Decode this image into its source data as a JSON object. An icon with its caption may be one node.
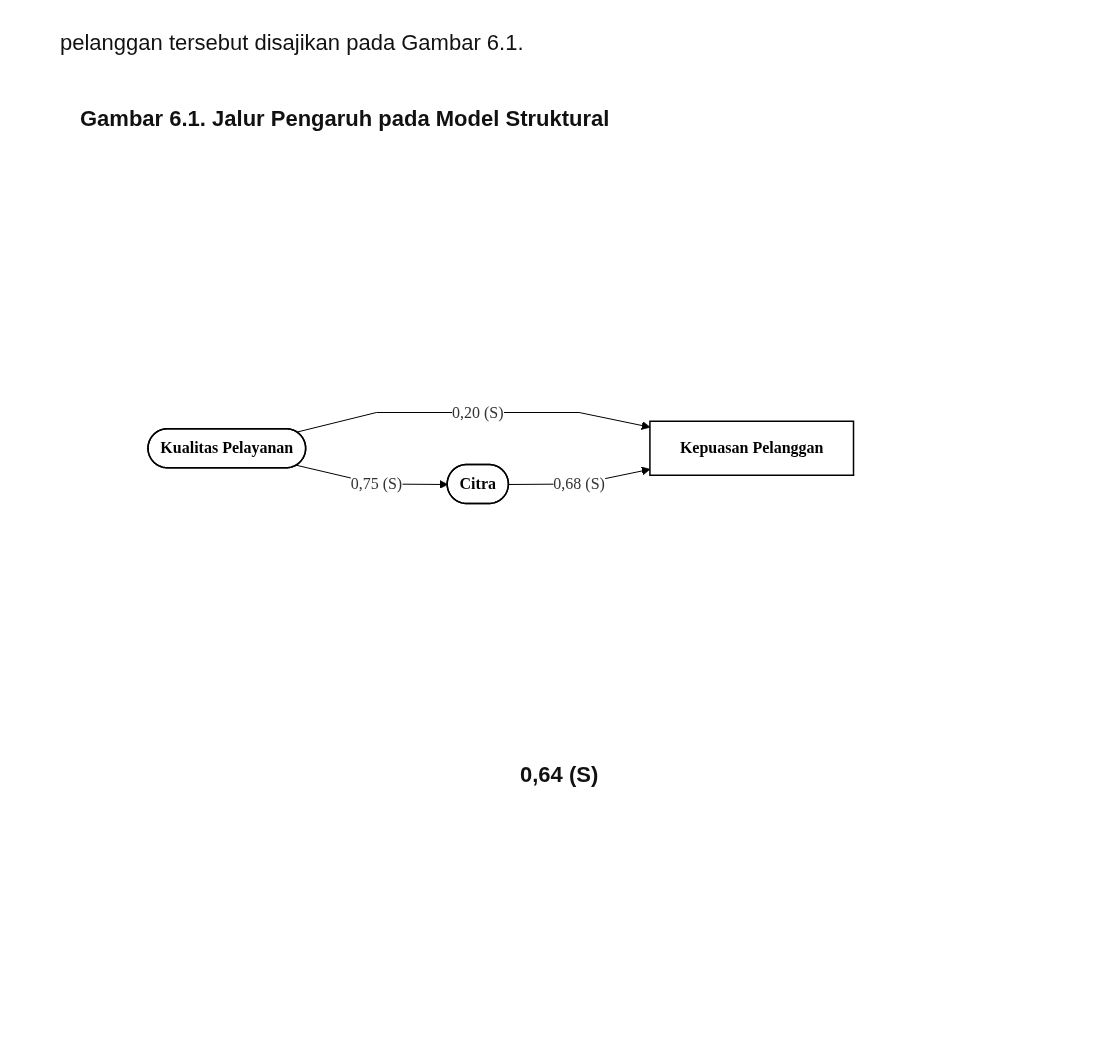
{
  "diagram": {
    "title": "Gambar 6.1. Jalur Pengaruh pada Model Struktural",
    "nodes": [
      {
        "text": [
          "Kualitas Pelayanan"
        ]
      },
      {
        "text": [
          "Citra"
        ]
      },
      {
        "text": [
          "Kepuasan Pelanggan"
        ]
      }
    ],
    "edges": [
      {
        "from": 0,
        "to": 2,
        "arrow": "to",
        "label": "0,20 (S)"
      },
      {
        "from": 0,
        "to": 1,
        "arrow": "to",
        "label": "0,75 (S)"
      },
      {
        "from": 1,
        "to": 2,
        "arrow": "to",
        "label": "0,68 (S)"
      }
    ],
    "labels": [
      "pelanggan tersebut disajikan pada Gambar 6.1.",
      "0,64 (S)"
    ]
  }
}
